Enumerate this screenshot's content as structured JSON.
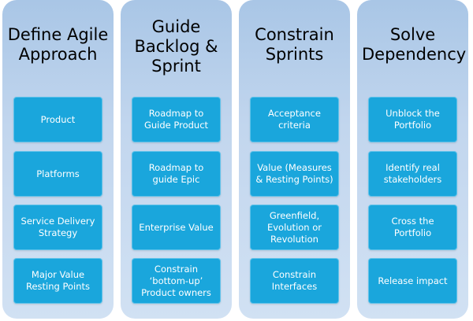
{
  "columns": [
    {
      "title": "Define Agile\nApproach",
      "items": [
        "Product",
        "Platforms",
        "Service Delivery\nStrategy",
        "Major Value\nResting Points"
      ]
    },
    {
      "title": "Guide\nBacklog &\nSprint",
      "items": [
        "Roadmap to\nGuide Product",
        "Roadmap to\nguide Epic",
        "Enterprise Value",
        "Constrain\n‘bottom-up’\nProduct owners"
      ]
    },
    {
      "title": "Constrain\nSprints",
      "items": [
        "Acceptance\ncriteria",
        "Value (Measures\n& Resting Points)",
        "Greenfield,\nEvolution or\nRevolution",
        "Constrain\nInterfaces"
      ]
    },
    {
      "title": "Solve\nDependency",
      "items": [
        "Unblock the\nPortfolio",
        "Identify real\nstakeholders",
        "Cross the\nPortfolio",
        "Release impact"
      ]
    }
  ],
  "colors": {
    "column_top": "#a9c6e6",
    "column_bottom": "#d1e1f3",
    "card": "#1aa6dc",
    "card_text": "#ffffff",
    "title_text": "#000000"
  }
}
